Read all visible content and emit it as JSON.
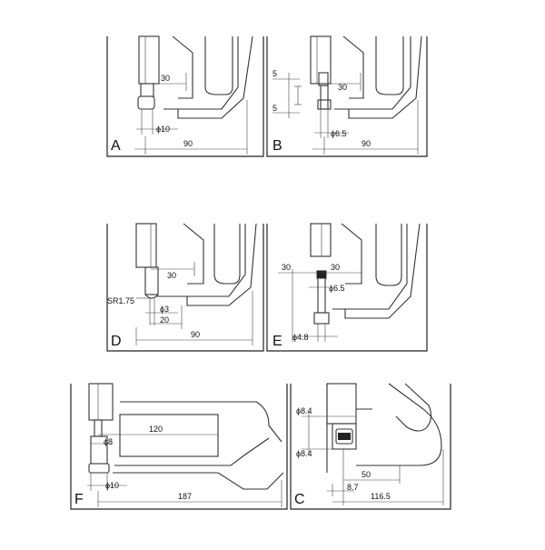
{
  "panels": [
    {
      "id": "A",
      "letter": "A",
      "dims": {
        "d_in": "30",
        "dia": "ɸ10",
        "total": "90"
      }
    },
    {
      "id": "B",
      "letter": "B",
      "dims": {
        "d_in": "30",
        "dia": "ɸ6.5",
        "total": "90",
        "h_top": "5",
        "h_bot": "5"
      }
    },
    {
      "id": "D",
      "letter": "D",
      "dims": {
        "d_in": "30",
        "sr": "SR1.75",
        "dia": "ɸ3",
        "d_20": "20",
        "total": "90"
      }
    },
    {
      "id": "E",
      "letter": "E",
      "dims": {
        "left_30": "30",
        "d_in": "30",
        "dia_top": "ɸ6.5",
        "dia_bot": "ɸ4.8"
      }
    },
    {
      "id": "F",
      "letter": "F",
      "dims": {
        "d_in": "120",
        "dia_top": "ɸ8",
        "dia_bot": "ɸ10",
        "total": "187"
      }
    },
    {
      "id": "C",
      "letter": "C",
      "dims": {
        "dia_top": "ɸ8.4",
        "dia_bot": "ɸ8.4",
        "d_50": "50",
        "d_87": "8.7",
        "total": "116.5"
      }
    }
  ]
}
